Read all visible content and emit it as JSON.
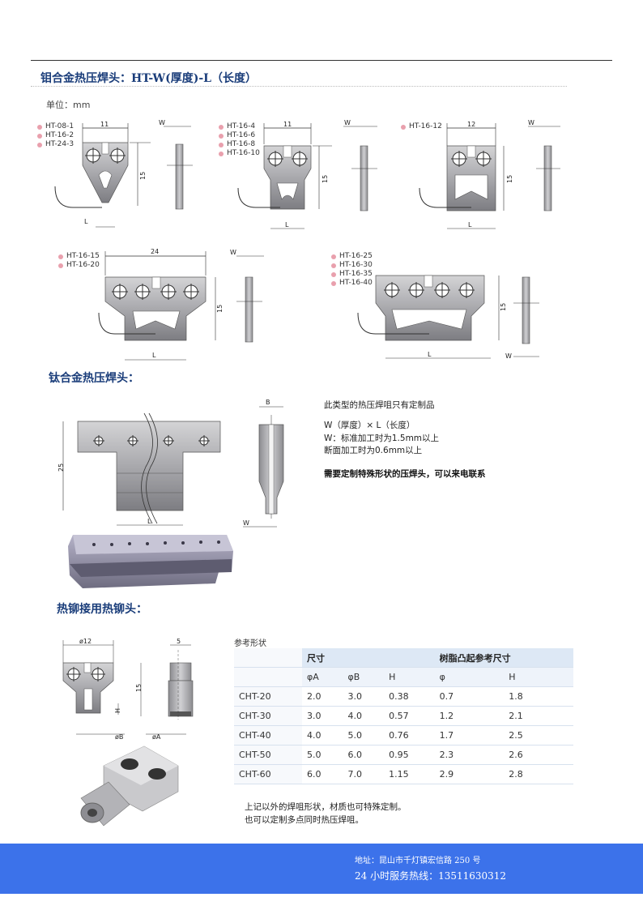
{
  "section1": {
    "title": "钼合金热压焊头：HT-W(厚度)-L（长度）",
    "unit": "单位：mm",
    "groups": [
      {
        "models": [
          "HT-08-1",
          "HT-16-2",
          "HT-24-3"
        ],
        "width_dim": "11",
        "height_dim": "15",
        "w_label": "W",
        "l_label": "L"
      },
      {
        "models": [
          "HT-16-4",
          "HT-16-6",
          "HT-16-8",
          "HT-16-10"
        ],
        "width_dim": "11",
        "height_dim": "15",
        "w_label": "W",
        "l_label": "L"
      },
      {
        "models": [
          "HT-16-12"
        ],
        "width_dim": "12",
        "height_dim": "15",
        "w_label": "W",
        "l_label": "L"
      },
      {
        "models": [
          "HT-16-15",
          "HT-16-20"
        ],
        "width_dim": "24",
        "height_dim": "15",
        "w_label": "W",
        "l_label": "L"
      },
      {
        "models": [
          "HT-16-25",
          "HT-16-30",
          "HT-16-35",
          "HT-16-40"
        ],
        "width_dim": "",
        "height_dim": "15",
        "w_label": "W",
        "l_label": "L"
      }
    ]
  },
  "section2": {
    "title": "钛合金热压焊头：",
    "dims": {
      "height": "25",
      "b": "B",
      "w": "W",
      "l": "L"
    },
    "notes": [
      "此类型的热压焊咀只有定制品",
      "W（厚度）× L（长度）",
      "W：标准加工时为1.5mm以上",
      "断面加工时为0.6mm以上"
    ],
    "bold_note": "需要定制特殊形状的压焊头，可以来电联系"
  },
  "section3": {
    "title": "热铆接用热铆头：",
    "dims": {
      "dia": "ø12",
      "five": "5",
      "fifteen": "15",
      "h": "H",
      "phiB": "øB",
      "phiA": "øA"
    },
    "ref_label": "参考形状",
    "table": {
      "group_headers": [
        "尺寸",
        "树脂凸起参考尺寸"
      ],
      "sub_headers": [
        "φA",
        "φB",
        "H",
        "φ",
        "H"
      ],
      "rows": [
        {
          "model": "CHT-20",
          "cells": [
            "2.0",
            "3.0",
            "0.38",
            "0.7",
            "1.8"
          ]
        },
        {
          "model": "CHT-30",
          "cells": [
            "3.0",
            "4.0",
            "0.57",
            "1.2",
            "2.1"
          ]
        },
        {
          "model": "CHT-40",
          "cells": [
            "4.0",
            "5.0",
            "0.76",
            "1.7",
            "2.5"
          ]
        },
        {
          "model": "CHT-50",
          "cells": [
            "5.0",
            "6.0",
            "0.95",
            "2.3",
            "2.6"
          ]
        },
        {
          "model": "CHT-60",
          "cells": [
            "6.0",
            "7.0",
            "1.15",
            "2.9",
            "2.8"
          ]
        }
      ]
    },
    "notes": [
      "上记以外的焊咀形状，材质也可特殊定制。",
      "也可以定制多点同时热压焊咀。"
    ]
  },
  "footer": {
    "address": "地址：昆山市千灯镇宏信路 250 号",
    "hotline": "24 小时服务热线：13511630312"
  },
  "colors": {
    "title": "#1a3d7a",
    "footer": "#3c72ea",
    "marker": "#e9a0ad"
  }
}
